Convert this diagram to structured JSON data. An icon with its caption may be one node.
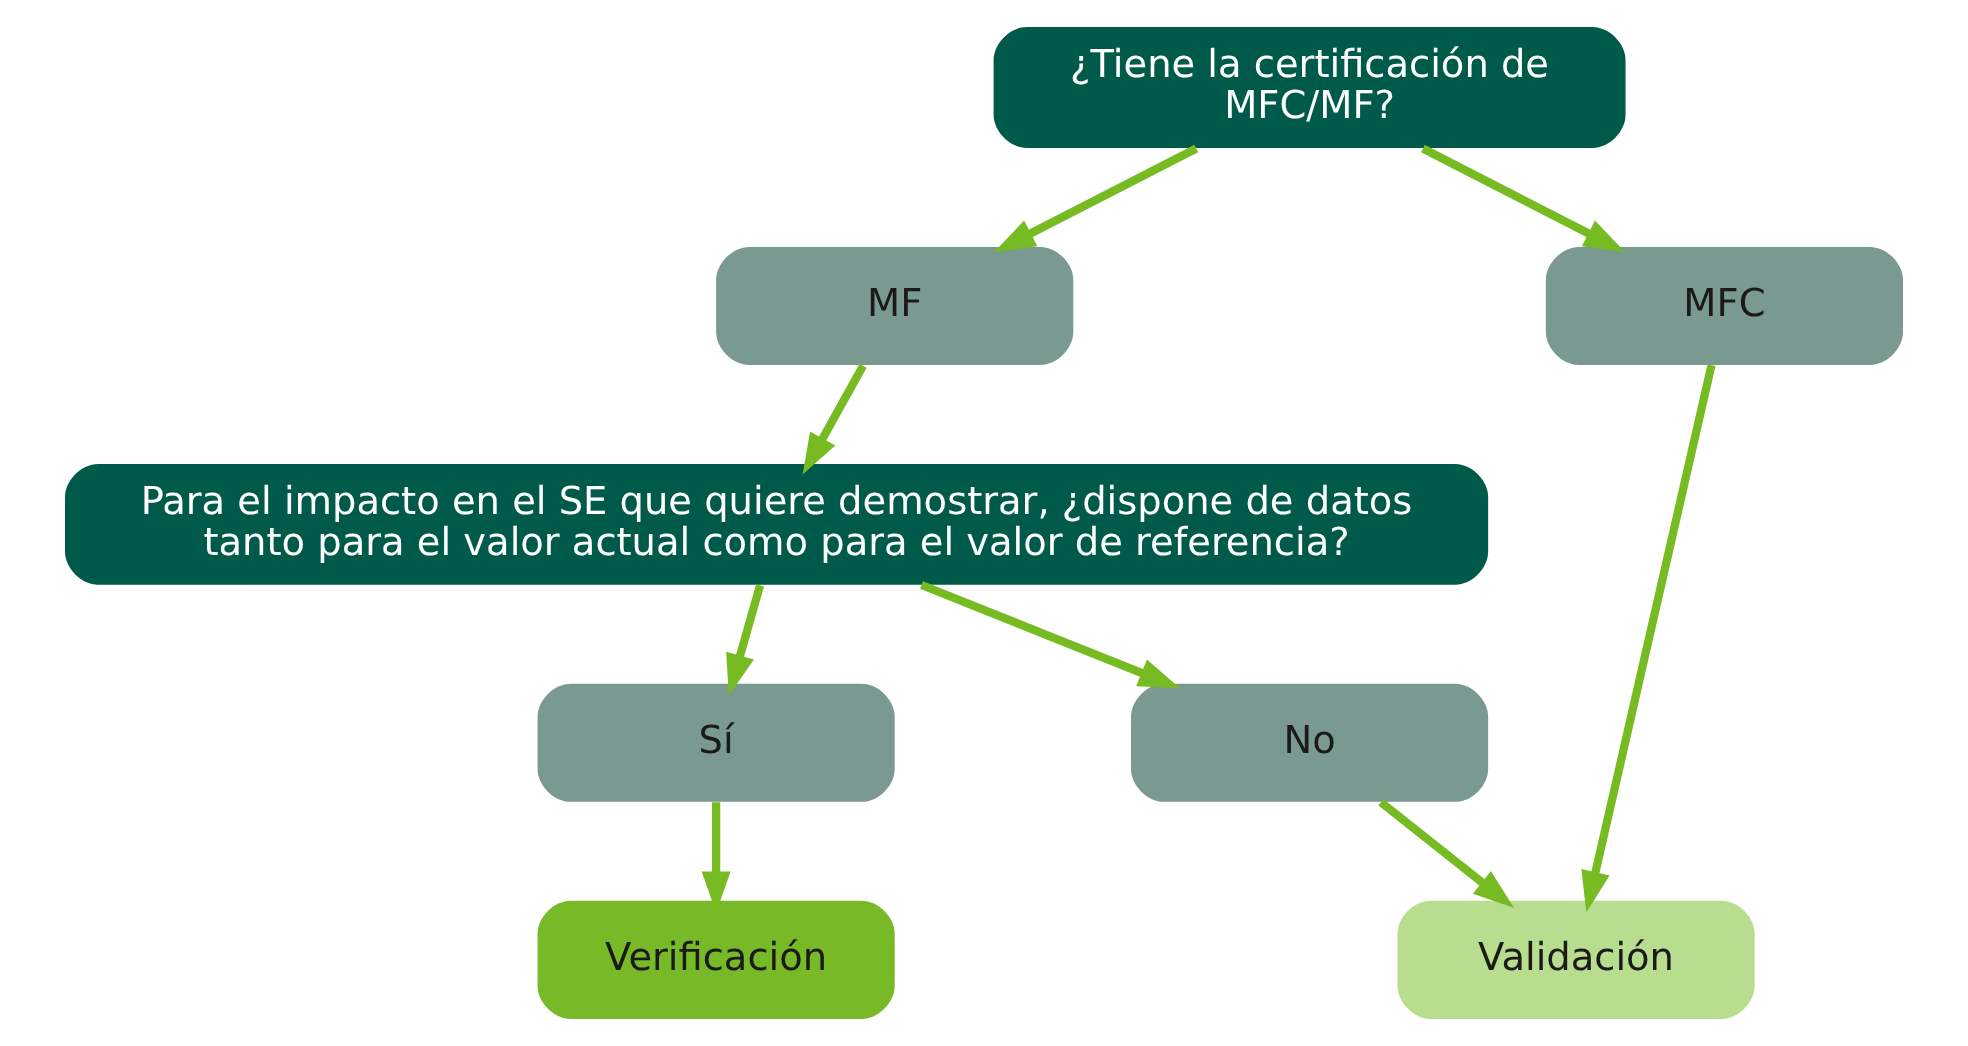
{
  "diagram": {
    "nodes": [
      {
        "text": [
          "¿Tiene la certificación de MFC/MF?"
        ]
      },
      {
        "text": [
          "MF"
        ]
      },
      {
        "text": [
          "MFC"
        ]
      },
      {
        "text": [
          "Para el impacto en el SE que quiere demostrar, ¿dispone de datos tanto para el valor actual como para el valor de referencia?"
        ]
      },
      {
        "text": [
          "Sí"
        ]
      },
      {
        "text": [
          "No"
        ]
      },
      {
        "text": [
          "Verificación"
        ]
      },
      {
        "text": [
          "Validación"
        ]
      }
    ],
    "edges": [
      {
        "from": 0,
        "to": 1,
        "arrow": "to"
      },
      {
        "from": 0,
        "to": 2,
        "arrow": "to"
      },
      {
        "from": 1,
        "to": 3,
        "arrow": "to"
      },
      {
        "from": 3,
        "to": 4,
        "arrow": "to"
      },
      {
        "from": 3,
        "to": 5,
        "arrow": "to"
      },
      {
        "from": 4,
        "to": 6,
        "arrow": "to"
      },
      {
        "from": 5,
        "to": 7,
        "arrow": "to"
      },
      {
        "from": 2,
        "to": 7,
        "arrow": "to"
      }
    ]
  }
}
